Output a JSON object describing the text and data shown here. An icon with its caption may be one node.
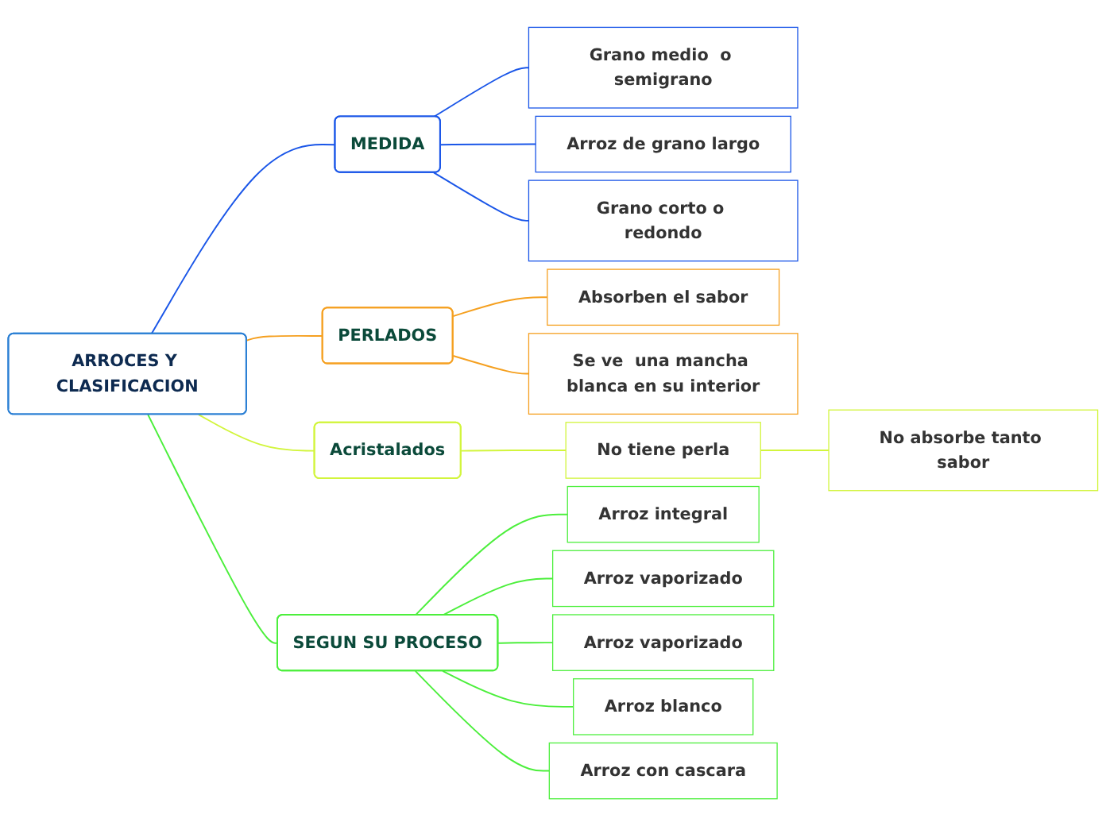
{
  "diagram": {
    "nodes": [
      {
        "text": [
          "ARROCES Y CLASIFICACION"
        ]
      },
      {
        "text": [
          "MEDIDA"
        ]
      },
      {
        "text": [
          "Grano medio  o semigrano"
        ]
      },
      {
        "text": [
          "Arroz  de grano largo"
        ]
      },
      {
        "text": [
          "Grano corto o redondo"
        ]
      },
      {
        "text": [
          "PERLADOS"
        ]
      },
      {
        "text": [
          "Absorben el sabor"
        ]
      },
      {
        "text": [
          "Se ve  una mancha blanca en su interior"
        ]
      },
      {
        "text": [
          "Acristalados"
        ]
      },
      {
        "text": [
          "No tiene  perla"
        ]
      },
      {
        "text": [
          "No absorbe tanto sabor"
        ]
      },
      {
        "text": [
          "SEGUN SU PROCESO"
        ]
      },
      {
        "text": [
          "Arroz integral"
        ]
      },
      {
        "text": [
          "Arroz vaporizado"
        ]
      },
      {
        "text": [
          "Arroz vaporizado"
        ]
      },
      {
        "text": [
          "Arroz blanco"
        ]
      },
      {
        "text": [
          "Arroz con cascara"
        ]
      }
    ],
    "edges": [
      {
        "from": 0,
        "to": 1,
        "arrow": "none",
        "color": "#1a56e8"
      },
      {
        "from": 1,
        "to": 2,
        "arrow": "none",
        "color": "#1a56e8"
      },
      {
        "from": 1,
        "to": 3,
        "arrow": "none",
        "color": "#1a56e8"
      },
      {
        "from": 1,
        "to": 4,
        "arrow": "none",
        "color": "#1a56e8"
      },
      {
        "from": 0,
        "to": 5,
        "arrow": "none",
        "color": "#f5a020"
      },
      {
        "from": 5,
        "to": 6,
        "arrow": "none",
        "color": "#f5a020"
      },
      {
        "from": 5,
        "to": 7,
        "arrow": "none",
        "color": "#f5a020"
      },
      {
        "from": 0,
        "to": 8,
        "arrow": "none",
        "color": "#d2f53c"
      },
      {
        "from": 8,
        "to": 9,
        "arrow": "none",
        "color": "#d2f53c"
      },
      {
        "from": 9,
        "to": 10,
        "arrow": "none",
        "color": "#d2f53c"
      },
      {
        "from": 0,
        "to": 11,
        "arrow": "none",
        "color": "#4cef3c"
      },
      {
        "from": 11,
        "to": 12,
        "arrow": "none",
        "color": "#4cef3c"
      },
      {
        "from": 11,
        "to": 13,
        "arrow": "none",
        "color": "#4cef3c"
      },
      {
        "from": 11,
        "to": 14,
        "arrow": "none",
        "color": "#4cef3c"
      },
      {
        "from": 11,
        "to": 15,
        "arrow": "none",
        "color": "#4cef3c"
      },
      {
        "from": 11,
        "to": 16,
        "arrow": "none",
        "color": "#4cef3c"
      }
    ]
  }
}
